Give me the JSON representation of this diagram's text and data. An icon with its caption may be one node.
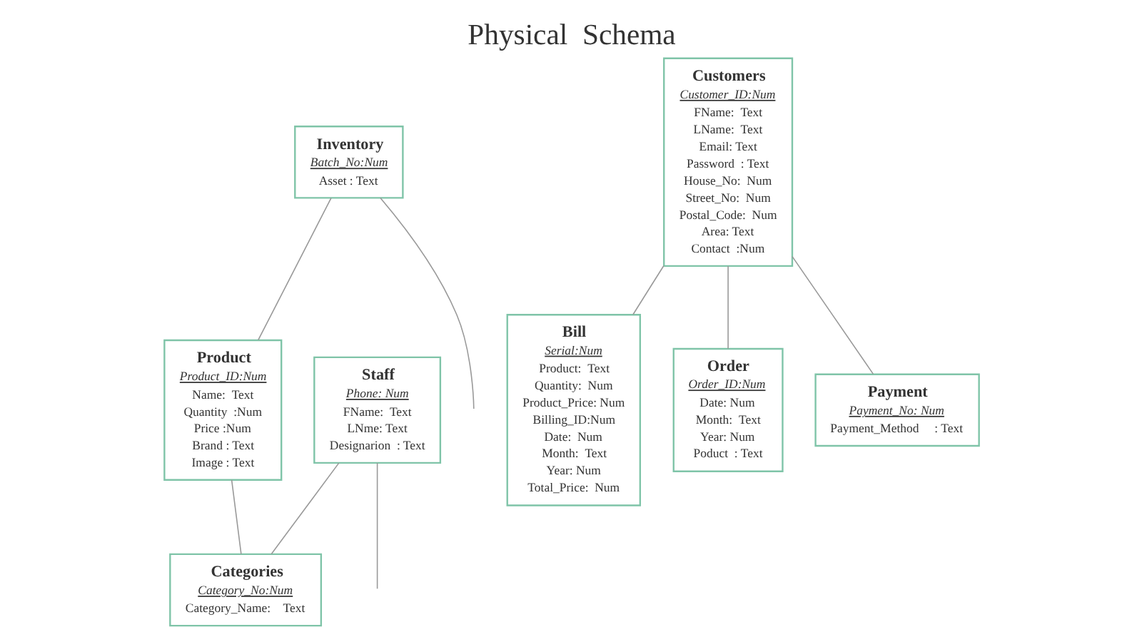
{
  "diagram": {
    "title": "Physical  Schema",
    "nodes": [
      {
        "text": [
          "Staff",
          "Phone: Num",
          "FName:  Text",
          "LNme: Text",
          "Designarion  : Text"
        ]
      },
      {
        "text": [
          "Product",
          "Product_ID:Num",
          "Name:  Text",
          "Quantity  :Num",
          "Price :Num",
          "Brand : Text",
          "Image : Text"
        ]
      },
      {
        "text": [
          "Customers",
          "Customer_ID:Num",
          "FName:  Text",
          "LName:  Text",
          "Email: Text",
          "Password  : Text",
          "House_No:  Num",
          "Street_No:  Num",
          "Postal_Code:  Num",
          "Area: Text",
          "Contact  :Num"
        ]
      },
      {
        "text": [
          "Inventory",
          "Batch_No:Num",
          "Asset : Text"
        ]
      },
      {
        "text": [
          "Bill",
          "Serial:Num",
          "Product:  Text",
          "Quantity:  Num",
          "Product_Price: Num",
          "Billing_ID:Num",
          "Date:  Num",
          "Month:  Text",
          "Year: Num",
          "Total_Price:  Num"
        ]
      },
      {
        "text": [
          "Order",
          "Order_ID:Num",
          "Date: Num",
          "Month:  Text",
          "Year: Num",
          "Poduct  : Text"
        ]
      },
      {
        "text": [
          "Categories",
          "Category_No:Num",
          "Category_Name:    Text"
        ]
      },
      {
        "text": [
          "Payment",
          "Payment_No: Num",
          "Payment_Method     : Text"
        ]
      }
    ],
    "edges": [
      {
        "from": 0,
        "to": null,
        "arrow": "none"
      },
      {
        "from": 0,
        "to": 6,
        "arrow": "none"
      },
      {
        "from": 1,
        "to": 6,
        "arrow": "none"
      },
      {
        "from": 3,
        "to": null,
        "arrow": "none"
      },
      {
        "from": 3,
        "to": 1,
        "arrow": "none"
      },
      {
        "from": 2,
        "to": 4,
        "arrow": "none"
      },
      {
        "from": 2,
        "to": 5,
        "arrow": "none"
      },
      {
        "from": 2,
        "to": 7,
        "arrow": "none"
      }
    ]
  }
}
